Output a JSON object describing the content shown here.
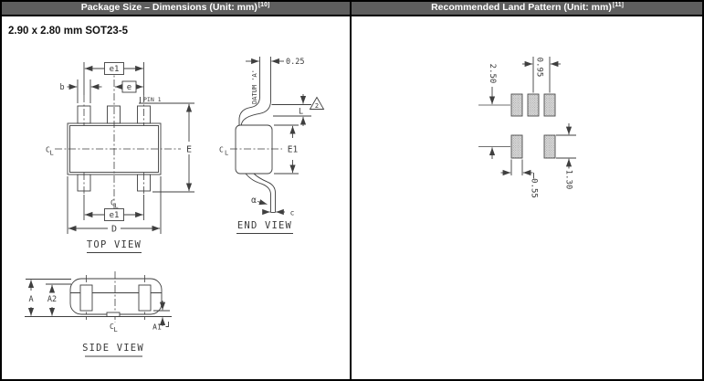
{
  "header": {
    "left": {
      "title": "Package Size – Dimensions (Unit: mm)",
      "sup": "[10]"
    },
    "right": {
      "title": "Recommended Land Pattern (Unit: mm)",
      "sup": "[11]"
    }
  },
  "package": {
    "subtitle": "2.90 x 2.80 mm SOT23-5",
    "top_view": {
      "title": "TOP VIEW",
      "pin1": "PIN 1",
      "e1": "e1",
      "e": "e",
      "b": "b",
      "E": "E",
      "D": "D"
    },
    "end_view": {
      "title": "END VIEW",
      "dim_025": "0.25",
      "datum": "DATUM 'A'",
      "note2": "2",
      "L": "L",
      "E1": "E1",
      "alpha": "α",
      "c": "c"
    },
    "side_view": {
      "title": "SIDE VIEW",
      "A": "A",
      "A2": "A2",
      "A1": "A1"
    },
    "centerline": {
      "c": "C",
      "l": "L"
    }
  },
  "land_pattern": {
    "row_spacing": "2.50",
    "pitch": "0.95",
    "pad_width": "0.55",
    "pad_height": "1.30",
    "pads_top_row": 3,
    "pads_bottom_row": 2
  },
  "colors": {
    "header_bg": "#5e5e5e",
    "header_text": "#ffffff",
    "line": "#3f3f3f",
    "border": "#000000",
    "pad_fill": "#dcdcdc",
    "pad_dot": "#8c8c8c"
  }
}
